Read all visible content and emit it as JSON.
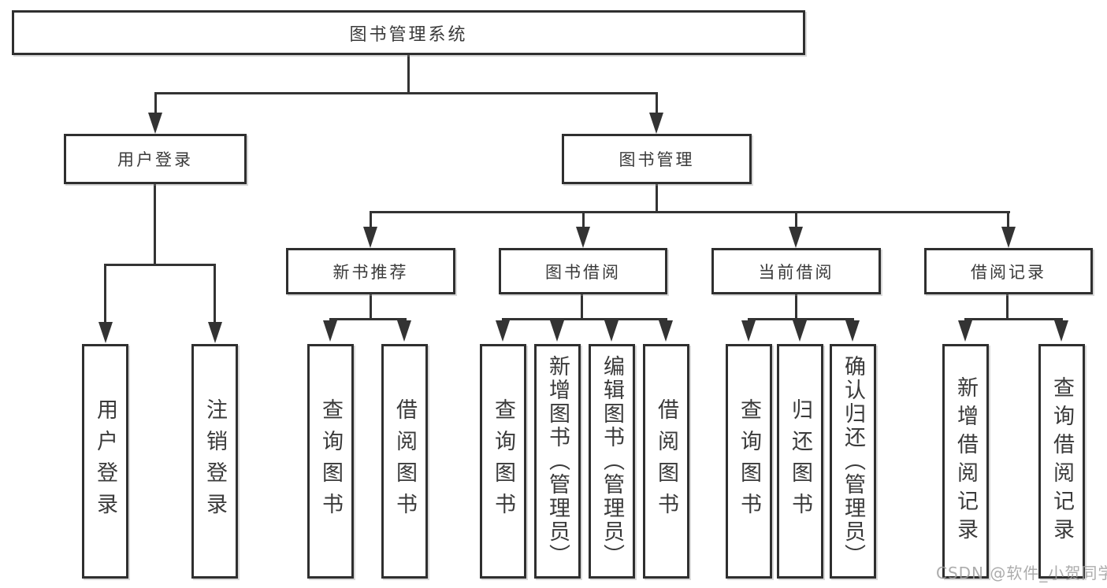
{
  "diagram": {
    "nodes": {
      "root": {
        "label": "图书管理系统"
      },
      "user_login": {
        "label": "用户登录"
      },
      "book_mgmt": {
        "label": "图书管理"
      },
      "new_book_rec": {
        "label": "新书推荐"
      },
      "book_borrow": {
        "label": "图书借阅"
      },
      "current_borrow": {
        "label": "当前借阅"
      },
      "borrow_records": {
        "label": "借阅记录"
      },
      "leaf_user_login": {
        "label": "用户登录"
      },
      "leaf_logout": {
        "label": "注销登录"
      },
      "leaf_nb_query": {
        "label": "查询图书"
      },
      "leaf_nb_borrow": {
        "label": "借阅图书"
      },
      "leaf_bb_query": {
        "label": "查询图书"
      },
      "leaf_bb_add": {
        "label": "新增图书（管理员）"
      },
      "leaf_bb_edit": {
        "label": "编辑图书（管理员）"
      },
      "leaf_bb_borrow": {
        "label": "借阅图书"
      },
      "leaf_cb_query": {
        "label": "查询图书"
      },
      "leaf_cb_return": {
        "label": "归还图书"
      },
      "leaf_cb_confirm": {
        "label": "确认归还（管理员）"
      },
      "leaf_br_add": {
        "label": "新增借阅记录"
      },
      "leaf_br_query": {
        "label": "查询借阅记录"
      }
    },
    "colors": {
      "line": "#333333",
      "box_border": "#2f2f2f",
      "text": "#3a3a3a",
      "background": "#ffffff",
      "watermark": "#9e9e9e"
    }
  },
  "watermark": {
    "text": "CSDN @软件_小贺同学"
  }
}
